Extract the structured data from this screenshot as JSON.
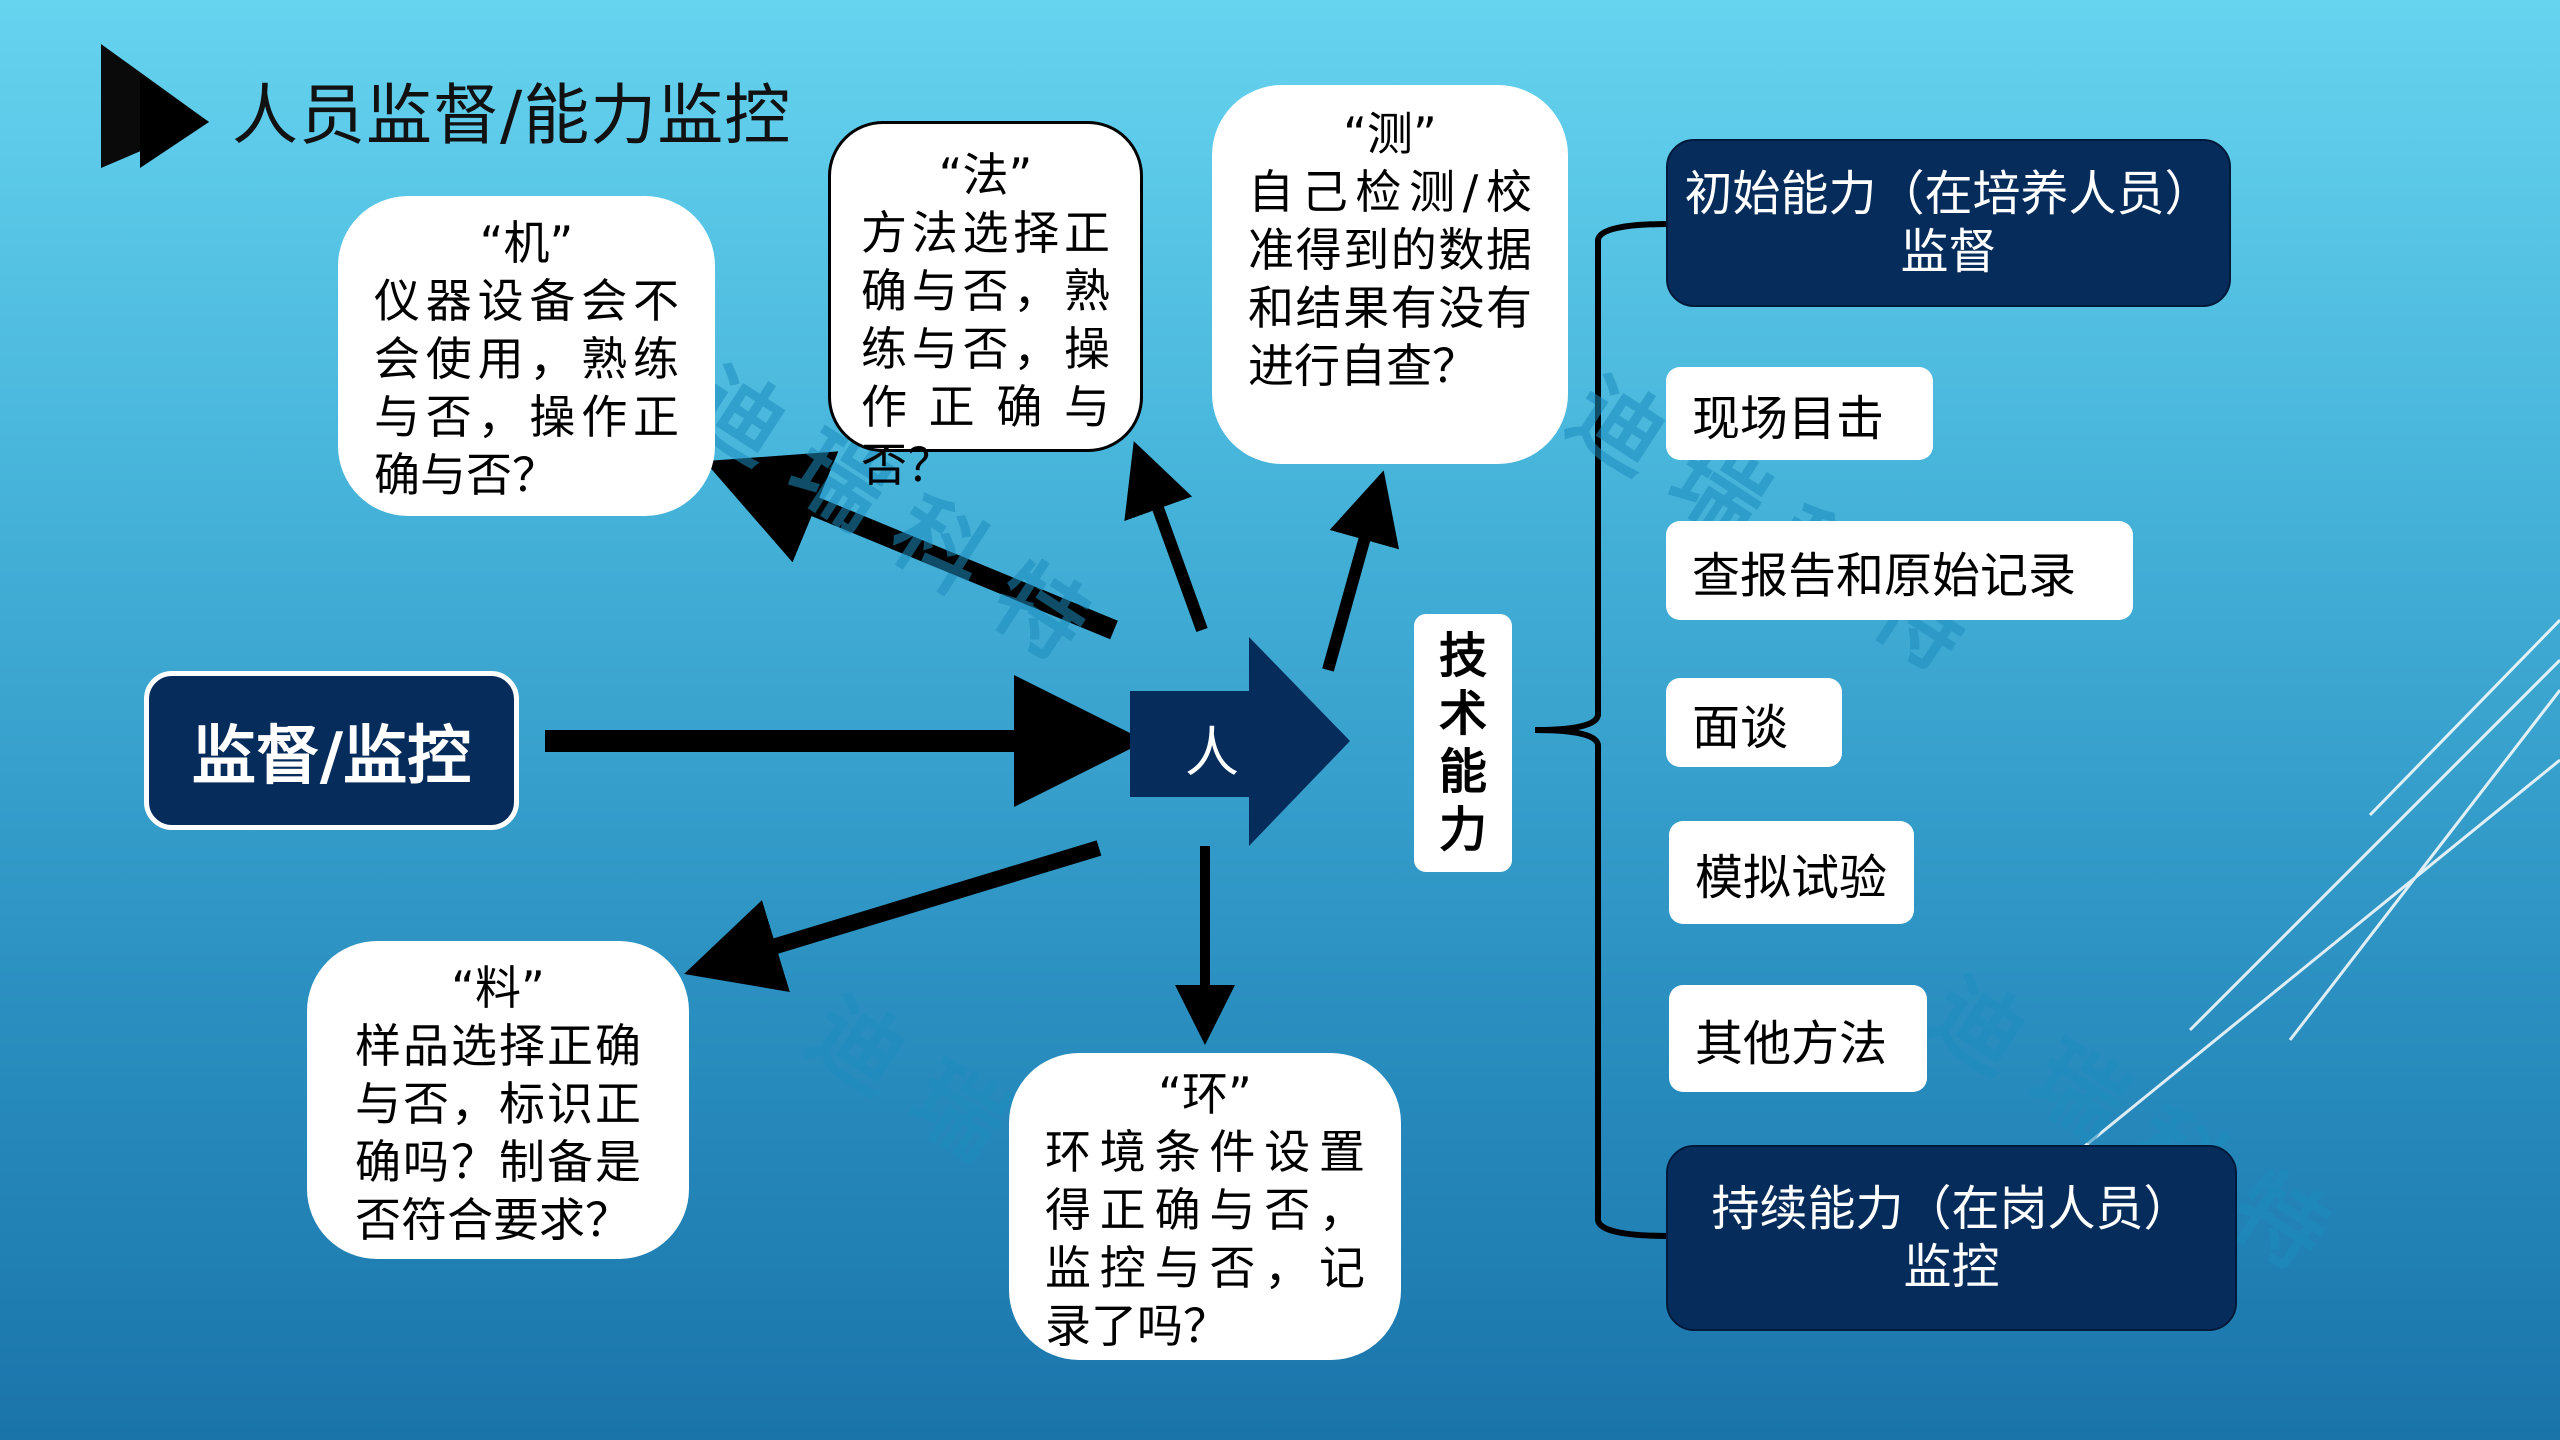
{
  "title": "人员监督/能力监控",
  "center_label": "人",
  "source_box": "监督/监控",
  "tech_label": [
    "技",
    "术",
    "能",
    "力"
  ],
  "watermark": "迪瑞科特",
  "factors": {
    "ji": {
      "quote": "“机”",
      "text": "仪器设备会不会使用，熟练与否，操作正确与否？"
    },
    "fa": {
      "quote": "“法”",
      "text": "方法选择正确与否，熟练与否，操作正确与否？"
    },
    "ce": {
      "quote": "“测”",
      "text": "自己检测/校准得到的数据和结果有没有进行自查？"
    },
    "liao": {
      "quote": "“料”",
      "text": "样品选择正确与否，标识正确吗？制备是否符合要求？"
    },
    "huan": {
      "quote": "“环”",
      "text": "环境条件设置得正确与否，监控与否，记录了吗？"
    }
  },
  "initial": {
    "line1": "初始能力（在培养人员）",
    "line2": "监督"
  },
  "methods": [
    "现场目击",
    "查报告和原始记录",
    "面谈",
    "模拟试验",
    "其他方法"
  ],
  "continuous": {
    "line1": "持续能力（在岗人员）",
    "line2": "监控"
  }
}
